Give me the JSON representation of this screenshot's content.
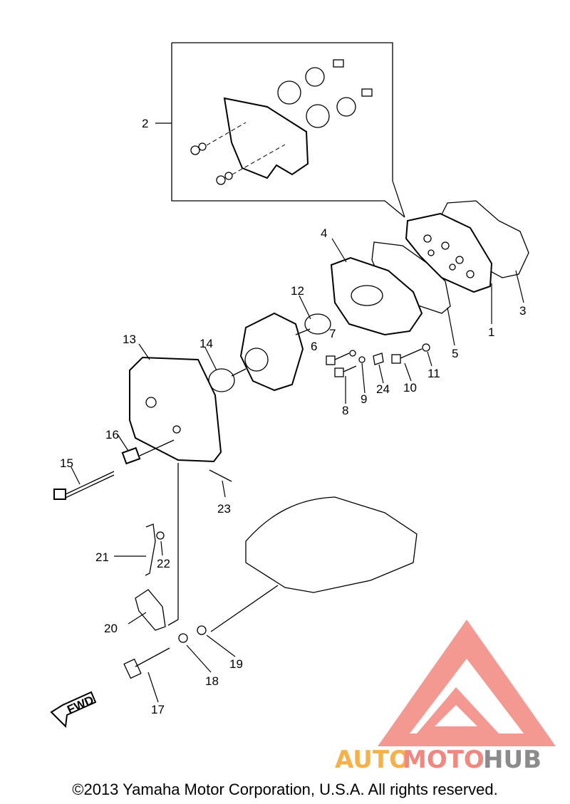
{
  "callouts": {
    "p1": "1",
    "p2": "2",
    "p3": "3",
    "p4": "4",
    "p5": "5",
    "p6": "6",
    "p7": "7",
    "p8": "8",
    "p9": "9",
    "p10": "10",
    "p11": "11",
    "p12": "12",
    "p13": "13",
    "p14": "14",
    "p15": "15",
    "p16": "16",
    "p17": "17",
    "p18": "18",
    "p19": "19",
    "p20": "20",
    "p21": "21",
    "p22": "22",
    "p23": "23",
    "p24": "24"
  },
  "fwd_label": "FWD",
  "watermark": {
    "part1": "AUTO",
    "part2": "MOTO",
    "part3": "HUB"
  },
  "colors": {
    "watermark_red": "#f3877f",
    "watermark_orange": "#f6b14a",
    "watermark_gray": "#8b8b8b"
  },
  "copyright": "©2013 Yamaha Motor Corporation, U.S.A. All rights reserved."
}
